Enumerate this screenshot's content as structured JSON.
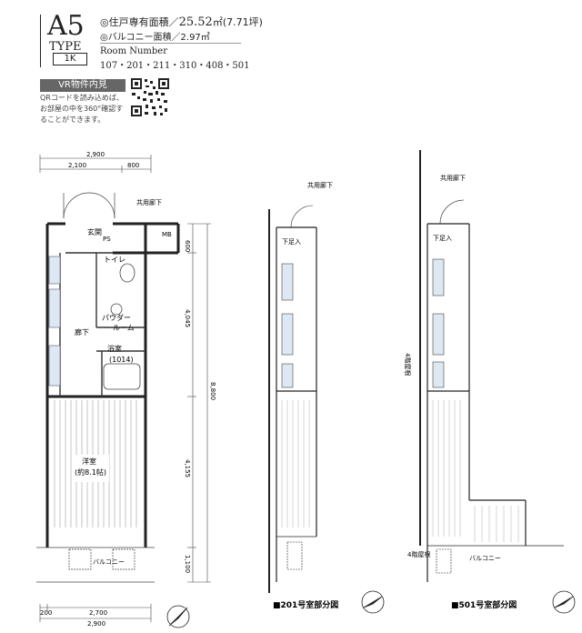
{
  "header": {
    "type_code": "A5",
    "type_word": "TYPE",
    "layout": "1K",
    "exclusive_area": "◎住戸専有面積／",
    "exclusive_area_value": "25.52",
    "exclusive_area_unit": "㎡(7.71坪)",
    "balcony_area": "◎バルコニー面積／2.97㎡",
    "room_number_label": "Room Number",
    "room_numbers": "107・201・211・310・408・501"
  },
  "vr": {
    "title": "VR物件内見",
    "description": "QRコードを読み込めば、お部屋の中を360°確認することができます。"
  },
  "plan": {
    "dims": {
      "top_total": "2,900",
      "top_left": "2,100",
      "top_right": "800",
      "bottom_left": "200",
      "bottom_mid": "2,700",
      "bottom_total": "2,900",
      "right_1": "600",
      "right_2": "4,045",
      "right_total": "8,800",
      "right_3": "4,155",
      "right_4": "1,100"
    },
    "labels": {
      "genkan": "玄関",
      "toilet": "トイレ",
      "powder": "パウダー",
      "room_word": "ルーム",
      "bath": "浴室",
      "bath_size": "(1014)",
      "corridor": "廊下",
      "western": "洋室",
      "western_size": "(約8.1帖)",
      "balcony": "バルコニー",
      "ps": "PS",
      "mb": "MB",
      "shared_corridor": "共用廊下",
      "shoe": "下足入",
      "fourth_floor": "4階屋根",
      "fourth_floor_v": "4階屋根",
      "balcony_b": "バルコニー",
      "shared_corridor_2": "共用廊下",
      "shared_corridor_3": "共用廊下"
    },
    "captions": {
      "room201": "■201号室部分図",
      "room501": "■501号室部分図"
    }
  }
}
